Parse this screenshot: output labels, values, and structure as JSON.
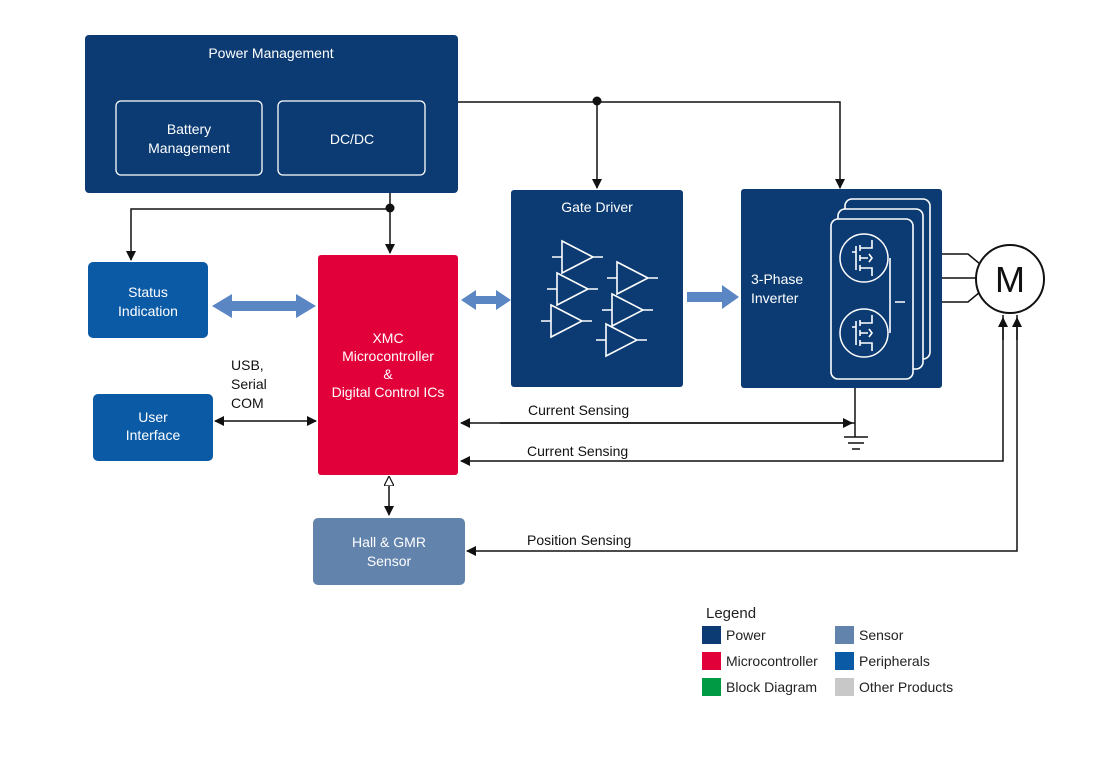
{
  "blocks": {
    "power_management": {
      "title": "Power Management",
      "battery_line1": "Battery",
      "battery_line2": "Management",
      "dcdc": "DC/DC"
    },
    "status_indication": {
      "line1": "Status",
      "line2": "Indication"
    },
    "user_interface": {
      "line1": "User",
      "line2": "Interface"
    },
    "microcontroller": {
      "line1": "XMC",
      "line2": "Microcontroller",
      "line3": "&",
      "line4": "Digital Control ICs"
    },
    "gate_driver": {
      "title": "Gate Driver"
    },
    "inverter": {
      "line1": "3-Phase",
      "line2": "Inverter"
    },
    "sensor": {
      "line1": "Hall & GMR",
      "line2": "Sensor"
    },
    "motor": {
      "symbol": "M"
    }
  },
  "connections": {
    "usb_line1": "USB,",
    "usb_line2": "Serial",
    "usb_line3": "COM",
    "current_sensing_1": "Current Sensing",
    "current_sensing_2": "Current Sensing",
    "position_sensing": "Position Sensing"
  },
  "legend": {
    "title": "Legend",
    "items": [
      {
        "label": "Power",
        "color": "#0b3b72"
      },
      {
        "label": "Microcontroller",
        "color": "#e2003a"
      },
      {
        "label": "Block Diagram",
        "color": "#009a44"
      },
      {
        "label": "Sensor",
        "color": "#6283ac"
      },
      {
        "label": "Peripherals",
        "color": "#0a5aa5"
      },
      {
        "label": "Other Products",
        "color": "#c8c8c8"
      }
    ]
  },
  "colors": {
    "power": "#0b3b72",
    "microcontroller": "#e2003a",
    "sensor": "#6283ac",
    "peripherals": "#0a5aa5",
    "arrow_blue": "#5b86c4"
  }
}
